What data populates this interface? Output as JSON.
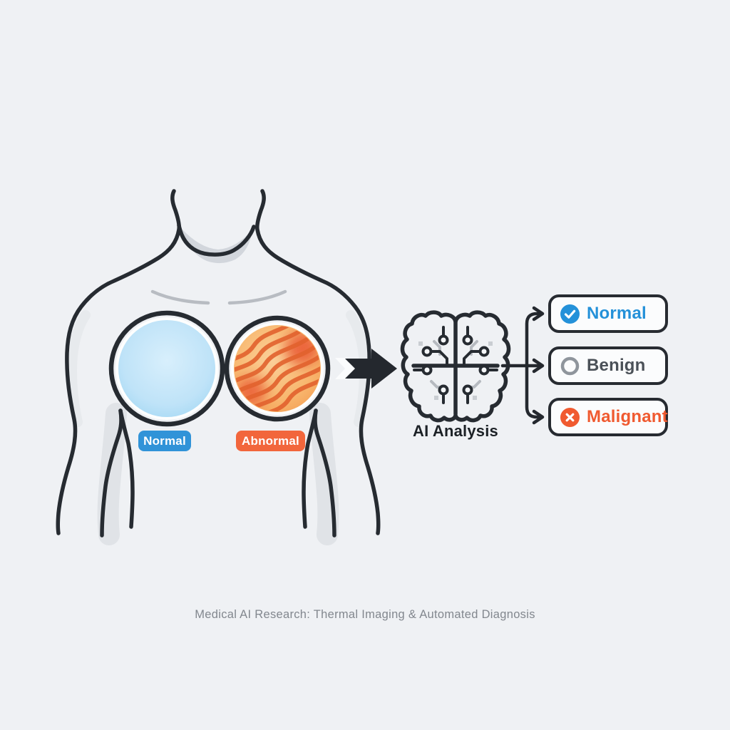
{
  "meta": {
    "background_color": "#eff1f4",
    "outline_color": "#262b31",
    "caption": "Medical AI Research: Thermal Imaging & Automated Diagnosis"
  },
  "patient_scan": {
    "figure": "human-torso-outline",
    "regions": [
      {
        "id": "normal",
        "label": "Normal",
        "badge_color": "#3093d8",
        "pattern": "cool-thermal-waves",
        "palette": [
          "#d8effc",
          "#a6d9f4",
          "#47a4e0",
          "#5fb5ea"
        ]
      },
      {
        "id": "abnormal",
        "label": "Abnormal",
        "badge_color": "#f2663c",
        "pattern": "warm-thermal-waves-with-hotspots",
        "palette": [
          "#fbd09a",
          "#f5a055",
          "#e2622e",
          "#e8512e"
        ]
      }
    ]
  },
  "analysis": {
    "label": "AI Analysis",
    "icon": "brain-circuit-icon"
  },
  "results": [
    {
      "label": "Normal",
      "color": "#2491d9",
      "icon": "check-circle-icon"
    },
    {
      "label": "Benign",
      "color": "#8f959c",
      "icon": "ring-icon"
    },
    {
      "label": "Malignant",
      "color": "#f05a30",
      "icon": "x-circle-icon"
    }
  ]
}
